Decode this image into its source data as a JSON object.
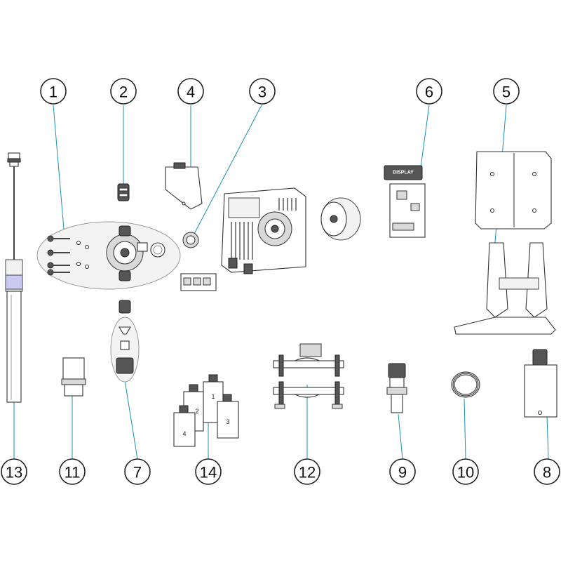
{
  "callouts": [
    {
      "id": "1",
      "label": "1"
    },
    {
      "id": "2",
      "label": "2"
    },
    {
      "id": "4",
      "label": "4"
    },
    {
      "id": "3",
      "label": "3"
    },
    {
      "id": "6",
      "label": "6"
    },
    {
      "id": "5",
      "label": "5"
    },
    {
      "id": "13",
      "label": "13"
    },
    {
      "id": "11",
      "label": "11"
    },
    {
      "id": "7",
      "label": "7"
    },
    {
      "id": "14",
      "label": "14"
    },
    {
      "id": "12",
      "label": "12"
    },
    {
      "id": "9",
      "label": "9"
    },
    {
      "id": "10",
      "label": "10"
    },
    {
      "id": "8",
      "label": "8"
    }
  ],
  "bottle_labels": [
    "1",
    "2",
    "3",
    "4"
  ],
  "display_label": "DISPLAY",
  "colors": {
    "leader": "#1a8fb5",
    "outline": "#333333",
    "background": "#ffffff"
  }
}
